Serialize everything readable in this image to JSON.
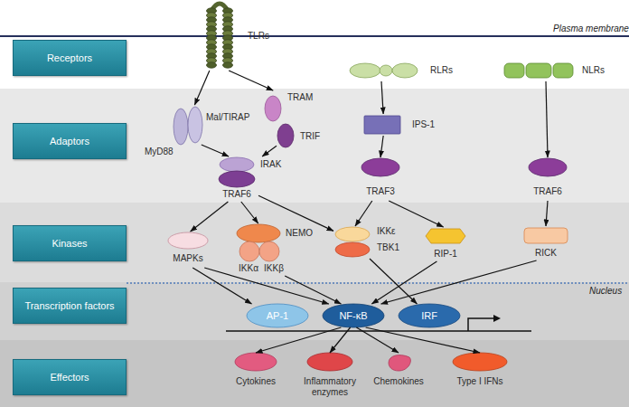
{
  "diagram": {
    "nodes": [
      {
        "text": [
          "Receptors"
        ]
      },
      {
        "text": [
          "Adaptors"
        ]
      },
      {
        "text": [
          "Kinases"
        ]
      },
      {
        "text": [
          "Transcription factors"
        ]
      },
      {
        "text": [
          "Effectors"
        ]
      },
      {
        "text": [
          "TLRs"
        ]
      },
      {
        "text": [
          "RLRs"
        ]
      },
      {
        "text": [
          "NLRs"
        ]
      },
      {
        "text": [
          "MyD88"
        ]
      },
      {
        "text": [
          "Mal/TIRAP"
        ]
      },
      {
        "text": [
          "TRAM"
        ]
      },
      {
        "text": [
          "TRIF"
        ]
      },
      {
        "text": [
          "IRAK"
        ]
      },
      {
        "text": [
          "IPS-1"
        ]
      },
      {
        "text": [
          "TRAF6"
        ]
      },
      {
        "text": [
          "TRAF3"
        ]
      },
      {
        "text": [
          "TRAF6"
        ]
      },
      {
        "text": [
          "MAPKs"
        ]
      },
      {
        "text": [
          "NEMO",
          "IKKα",
          "IKKβ"
        ]
      },
      {
        "text": [
          "IKKε",
          "TBK1"
        ]
      },
      {
        "text": [
          "RIP-1"
        ]
      },
      {
        "text": [
          "RICK"
        ]
      },
      {
        "text": [
          "AP-1"
        ]
      },
      {
        "text": [
          "NF-κB"
        ]
      },
      {
        "text": [
          "IRF"
        ]
      },
      {
        "text": [
          "Cytokines"
        ]
      },
      {
        "text": [
          "Inflammatory enzymes"
        ]
      },
      {
        "text": [
          "Chemokines"
        ]
      },
      {
        "text": [
          "Type I IFNs"
        ]
      }
    ],
    "edges": [
      {
        "from": 5,
        "to": 9,
        "arrow": "to"
      },
      {
        "from": 5,
        "to": 10,
        "arrow": "to"
      },
      {
        "from": 9,
        "to": 12,
        "arrow": "to"
      },
      {
        "from": 11,
        "to": 12,
        "arrow": "to"
      },
      {
        "from": 14,
        "to": 17,
        "arrow": "to"
      },
      {
        "from": 14,
        "to": 18,
        "arrow": "to"
      },
      {
        "from": 14,
        "to": 19,
        "arrow": "to"
      },
      {
        "from": 6,
        "to": 13,
        "arrow": "to"
      },
      {
        "from": 13,
        "to": 15,
        "arrow": "to"
      },
      {
        "from": 15,
        "to": 19,
        "arrow": "to"
      },
      {
        "from": 15,
        "to": 20,
        "arrow": "to"
      },
      {
        "from": 7,
        "to": 16,
        "arrow": "to"
      },
      {
        "from": 16,
        "to": 21,
        "arrow": "to"
      },
      {
        "from": 17,
        "to": 22,
        "arrow": "to"
      },
      {
        "from": 17,
        "to": 23,
        "arrow": "to"
      },
      {
        "from": 18,
        "to": 23,
        "arrow": "to"
      },
      {
        "from": 19,
        "to": 24,
        "arrow": "to"
      },
      {
        "from": 20,
        "to": 23,
        "arrow": "to"
      },
      {
        "from": 21,
        "to": 23,
        "arrow": "to"
      },
      {
        "from": 23,
        "to": 25,
        "arrow": "to"
      },
      {
        "from": 23,
        "to": 26,
        "arrow": "to"
      },
      {
        "from": 23,
        "to": 27,
        "arrow": "to"
      },
      {
        "from": 23,
        "to": 28,
        "arrow": "to"
      }
    ],
    "labels": [
      "Plasma membrane",
      "Nucleus"
    ]
  }
}
